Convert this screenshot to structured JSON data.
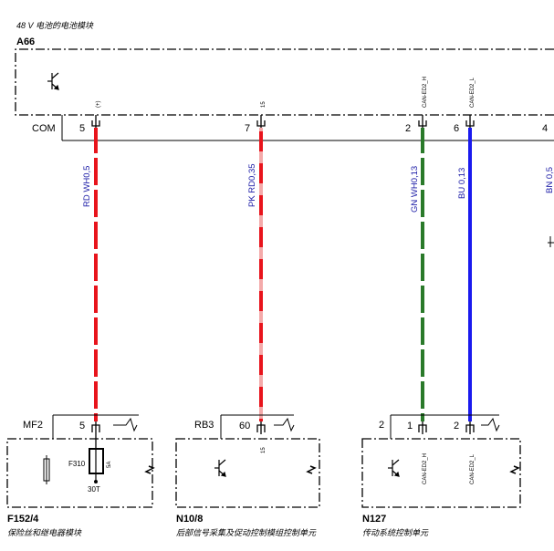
{
  "module": {
    "title": "48 V 电池的电池模块",
    "code": "A66",
    "bus_label": "COM"
  },
  "top_pins": [
    {
      "num": "5",
      "signal": "(+)"
    },
    {
      "num": "7",
      "signal": "15"
    },
    {
      "num": "2",
      "signal": "CAN-ED2_H"
    },
    {
      "num": "6",
      "signal": "CAN-ED2_L"
    },
    {
      "num": "4",
      "signal": ""
    }
  ],
  "wires": [
    {
      "label": "RD WH0,5",
      "color": "#e8141c",
      "stripe": "#ffffff"
    },
    {
      "label": "PK RD0,35",
      "color": "#f4aaaa",
      "stripe": "#e8141c"
    },
    {
      "label": "GN WH0,13",
      "color": "#2a7a2a",
      "stripe": "#ffffff"
    },
    {
      "label": "BU  0,13",
      "color": "#1a1aee",
      "stripe": ""
    },
    {
      "label": "BN  0,5",
      "color": "",
      "stripe": ""
    }
  ],
  "bottom_modules": [
    {
      "code": "F152/4",
      "name": "保险丝和继电器模块",
      "connector": "MF2",
      "pin": "5",
      "fuse_label": "F310",
      "fuse_rating": "5A",
      "fuse_feed": "30T"
    },
    {
      "code": "N10/8",
      "name": "后部信号采集及促动控制模组控制单元",
      "connector": "RB3",
      "pin": "60",
      "signal": "15"
    },
    {
      "code": "N127",
      "name": "传动系统控制单元",
      "connector": "2",
      "pin_h": "1",
      "pin_l": "2",
      "signal_h": "CAN-ED2_H",
      "signal_l": "CAN-ED2_L"
    }
  ]
}
